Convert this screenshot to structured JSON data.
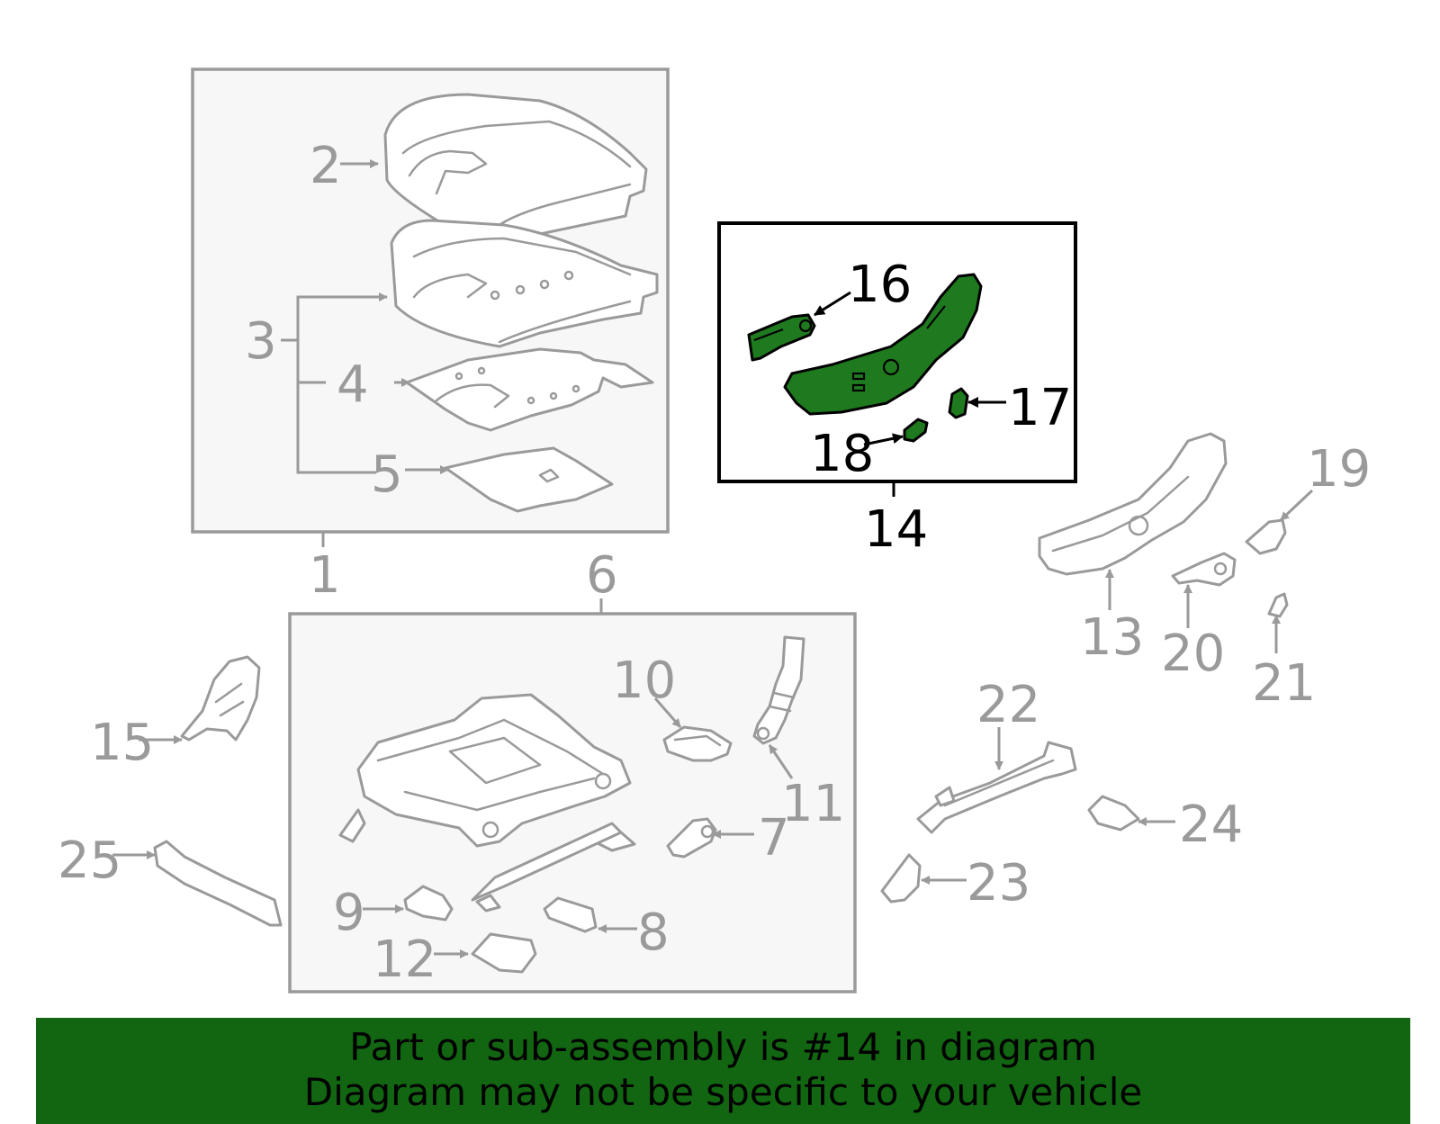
{
  "diagram": {
    "callouts": {
      "c1": "1",
      "c2": "2",
      "c3": "3",
      "c4": "4",
      "c5": "5",
      "c6": "6",
      "c7": "7",
      "c8": "8",
      "c9": "9",
      "c10": "10",
      "c11": "11",
      "c12": "12",
      "c13": "13",
      "c14": "14",
      "c15": "15",
      "c16": "16",
      "c17": "17",
      "c18": "18",
      "c19": "19",
      "c20": "20",
      "c21": "21",
      "c22": "22",
      "c23": "23",
      "c24": "24",
      "c25": "25"
    },
    "highlight_color": "#1f7a1f"
  },
  "banner": {
    "line1": "Part or sub-assembly is #14 in diagram",
    "line2": "Diagram may not be specific to your vehicle",
    "background": "#126612"
  }
}
